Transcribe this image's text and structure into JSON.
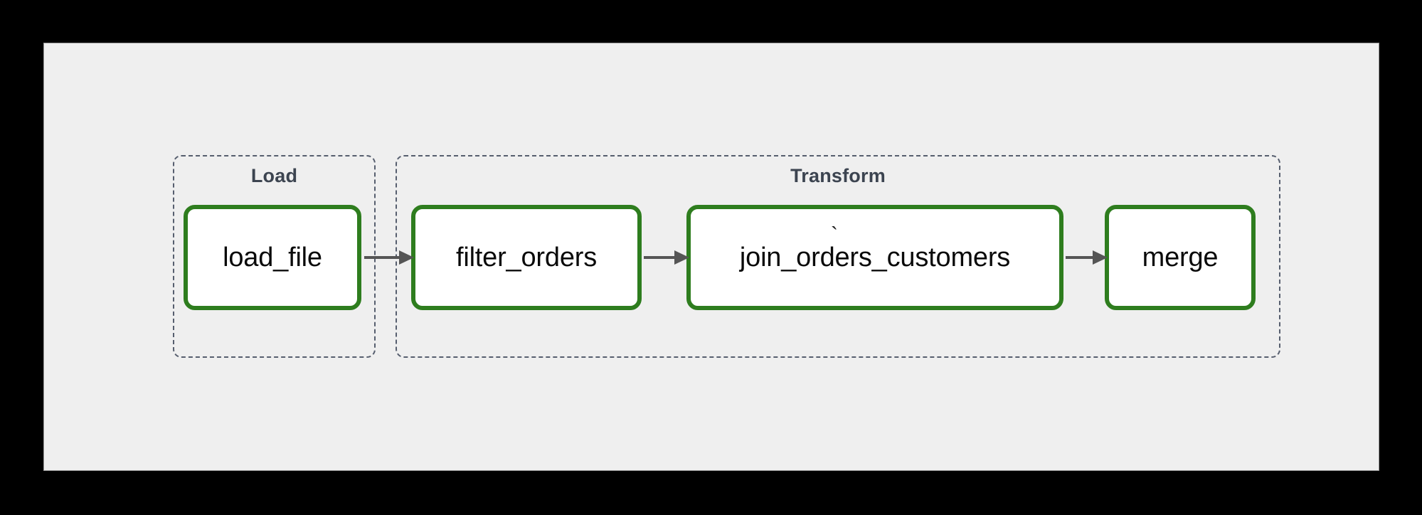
{
  "canvas": {
    "background_color": "#EFEFEF",
    "page_background_color": "#000000"
  },
  "diagram": {
    "type": "flow-dag",
    "orientation": "left-to-right",
    "node_border_color": "#2E7D1E",
    "node_fill_color": "#FFFFFF",
    "edge_color": "#555555",
    "cluster_border_color": "#565E6E",
    "cluster_label_color": "#3C4450",
    "clusters": [
      {
        "id": "load",
        "label": "Load",
        "nodes": [
          "load_file"
        ]
      },
      {
        "id": "transform",
        "label": "Transform",
        "nodes": [
          "filter_orders",
          "join_orders_customers",
          "merge"
        ]
      }
    ],
    "nodes": [
      {
        "id": "load_file",
        "label": "load_file"
      },
      {
        "id": "filter_orders",
        "label": "filter_orders"
      },
      {
        "id": "join_orders_customers",
        "label": "join_orders_customers"
      },
      {
        "id": "merge",
        "label": "merge"
      }
    ],
    "edges": [
      {
        "from": "load_file",
        "to": "filter_orders"
      },
      {
        "from": "filter_orders",
        "to": "join_orders_customers"
      },
      {
        "from": "join_orders_customers",
        "to": "merge"
      }
    ],
    "artifact": {
      "glyph": "`",
      "description": "stray-caret-mark"
    }
  }
}
